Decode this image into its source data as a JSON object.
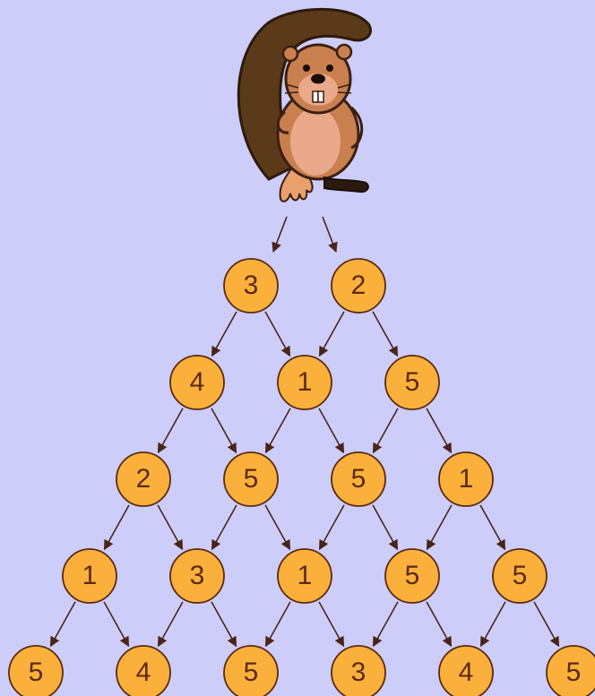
{
  "colors": {
    "background": "#cdcdfa",
    "node_fill": "#fbb03b",
    "node_stroke": "#5a2a12",
    "arrow": "#4a2418",
    "label": "#5a2a12"
  },
  "icons": {
    "character": "beaver-icon"
  },
  "pyramid": {
    "rows": [
      [
        "3",
        "2"
      ],
      [
        "4",
        "1",
        "5"
      ],
      [
        "2",
        "5",
        "5",
        "1"
      ],
      [
        "1",
        "3",
        "1",
        "5",
        "5"
      ],
      [
        "5",
        "4",
        "5",
        "3",
        "4",
        "5"
      ]
    ]
  }
}
